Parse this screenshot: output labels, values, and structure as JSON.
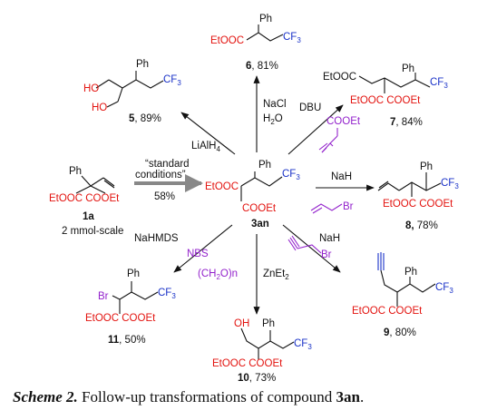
{
  "caption": {
    "label": "Scheme 2.",
    "text": " Follow-up transformations of compound ",
    "compound": "3an",
    "end": "."
  },
  "center": {
    "id": "3an",
    "ph": "Ph",
    "ester_left": "EtOOC",
    "ester_bottom": "COOEt",
    "cf3": "CF",
    "cf3_sub": "3"
  },
  "starting": {
    "id": "1a",
    "scale": "2 mmol-scale",
    "ph": "Ph",
    "esters": "EtOOC COOEt",
    "reagent_1": "“standard",
    "reagent_2": "conditions”",
    "yield": "58%"
  },
  "products": {
    "p6": {
      "id": "6",
      "yield": ", 81%",
      "ph": "Ph",
      "ester": "EtOOC",
      "cf": "CF",
      "sub": "3",
      "reagent_1": "NaCl",
      "reagent_2": "H",
      "reagent_2_sub": "2",
      "reagent_2_end": "O"
    },
    "p5": {
      "id": "5",
      "yield": ", 89%",
      "ph": "Ph",
      "oh1": "HO",
      "oh2": "HO",
      "cf": "CF",
      "sub": "3",
      "reagent": "LiAlH",
      "reagent_sub": "4"
    },
    "p7": {
      "id": "7",
      "yield": ", 84%",
      "ph": "Ph",
      "ester_top": "EtOOC",
      "esters": "EtOOC COOEt",
      "cf": "CF",
      "sub": "3",
      "reagent": "DBU",
      "acrylate": "COOEt"
    },
    "p8": {
      "id": "8,",
      "yield": " 78%",
      "ph": "Ph",
      "esters": "EtOOC COOEt",
      "cf": "CF",
      "sub": "3",
      "reagent": "NaH",
      "allyl_br": "Br"
    },
    "p9": {
      "id": "9",
      "yield": ", 80%",
      "ph": "Ph",
      "esters": "EtOOC COOEt",
      "cf": "CF",
      "sub": "3",
      "reagent": "NaH",
      "propargyl_br": "Br"
    },
    "p10": {
      "id": "10",
      "yield": ", 73%",
      "ph": "Ph",
      "oh": "OH",
      "esters": "EtOOC COOEt",
      "cf": "CF",
      "sub": "3",
      "reagent_1": "(CH",
      "reagent_1_sub": "2",
      "reagent_1_end": "O)n",
      "reagent_2": "ZnEt",
      "reagent_2_sub": "2"
    },
    "p11": {
      "id": "11",
      "yield": ", 50%",
      "ph": "Ph",
      "br": "Br",
      "esters": "EtOOC COOEt",
      "cf": "CF",
      "sub": "3",
      "reagent_1": "NaHMDS",
      "reagent_2": "NBS"
    }
  }
}
